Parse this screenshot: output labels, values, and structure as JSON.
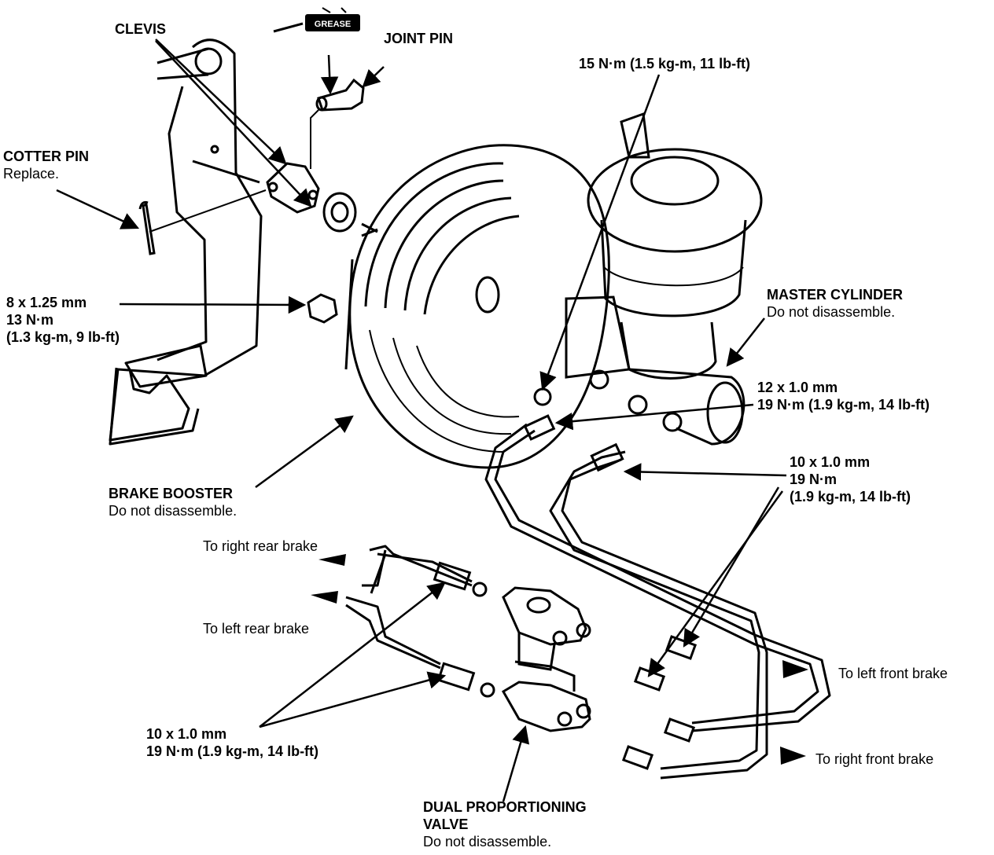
{
  "labels": {
    "clevis": "CLEVIS",
    "grease": "GREASE",
    "joint_pin": "JOINT PIN",
    "torque_top": "15 N·m (1.5 kg-m, 11 lb-ft)",
    "cotter_pin": "COTTER PIN",
    "cotter_note": "Replace.",
    "nut_size": "8 x 1.25 mm",
    "nut_torque": "13 N·m",
    "nut_torque_alt": "(1.3 kg-m, 9 lb-ft)",
    "master_cylinder": "MASTER CYLINDER",
    "master_note": "Do not disassemble.",
    "mc_fit_size": "12 x 1.0 mm",
    "mc_fit_torque": "19 N·m (1.9 kg-m, 14 lb-ft)",
    "line_size": "10 x 1.0 mm",
    "line_torque": "19 N·m",
    "line_torque_alt": "(1.9 kg-m, 14 lb-ft)",
    "brake_booster": "BRAKE BOOSTER",
    "booster_note": "Do not disassemble.",
    "right_rear": "To right rear brake",
    "left_rear": "To left rear brake",
    "left_front": "To left front brake",
    "right_front": "To right front brake",
    "valve_size": "10 x 1.0 mm",
    "valve_torque": "19 N·m (1.9 kg-m, 14 lb-ft)",
    "valve_name_1": "DUAL PROPORTIONING",
    "valve_name_2": "VALVE",
    "valve_note": "Do not disassemble."
  }
}
